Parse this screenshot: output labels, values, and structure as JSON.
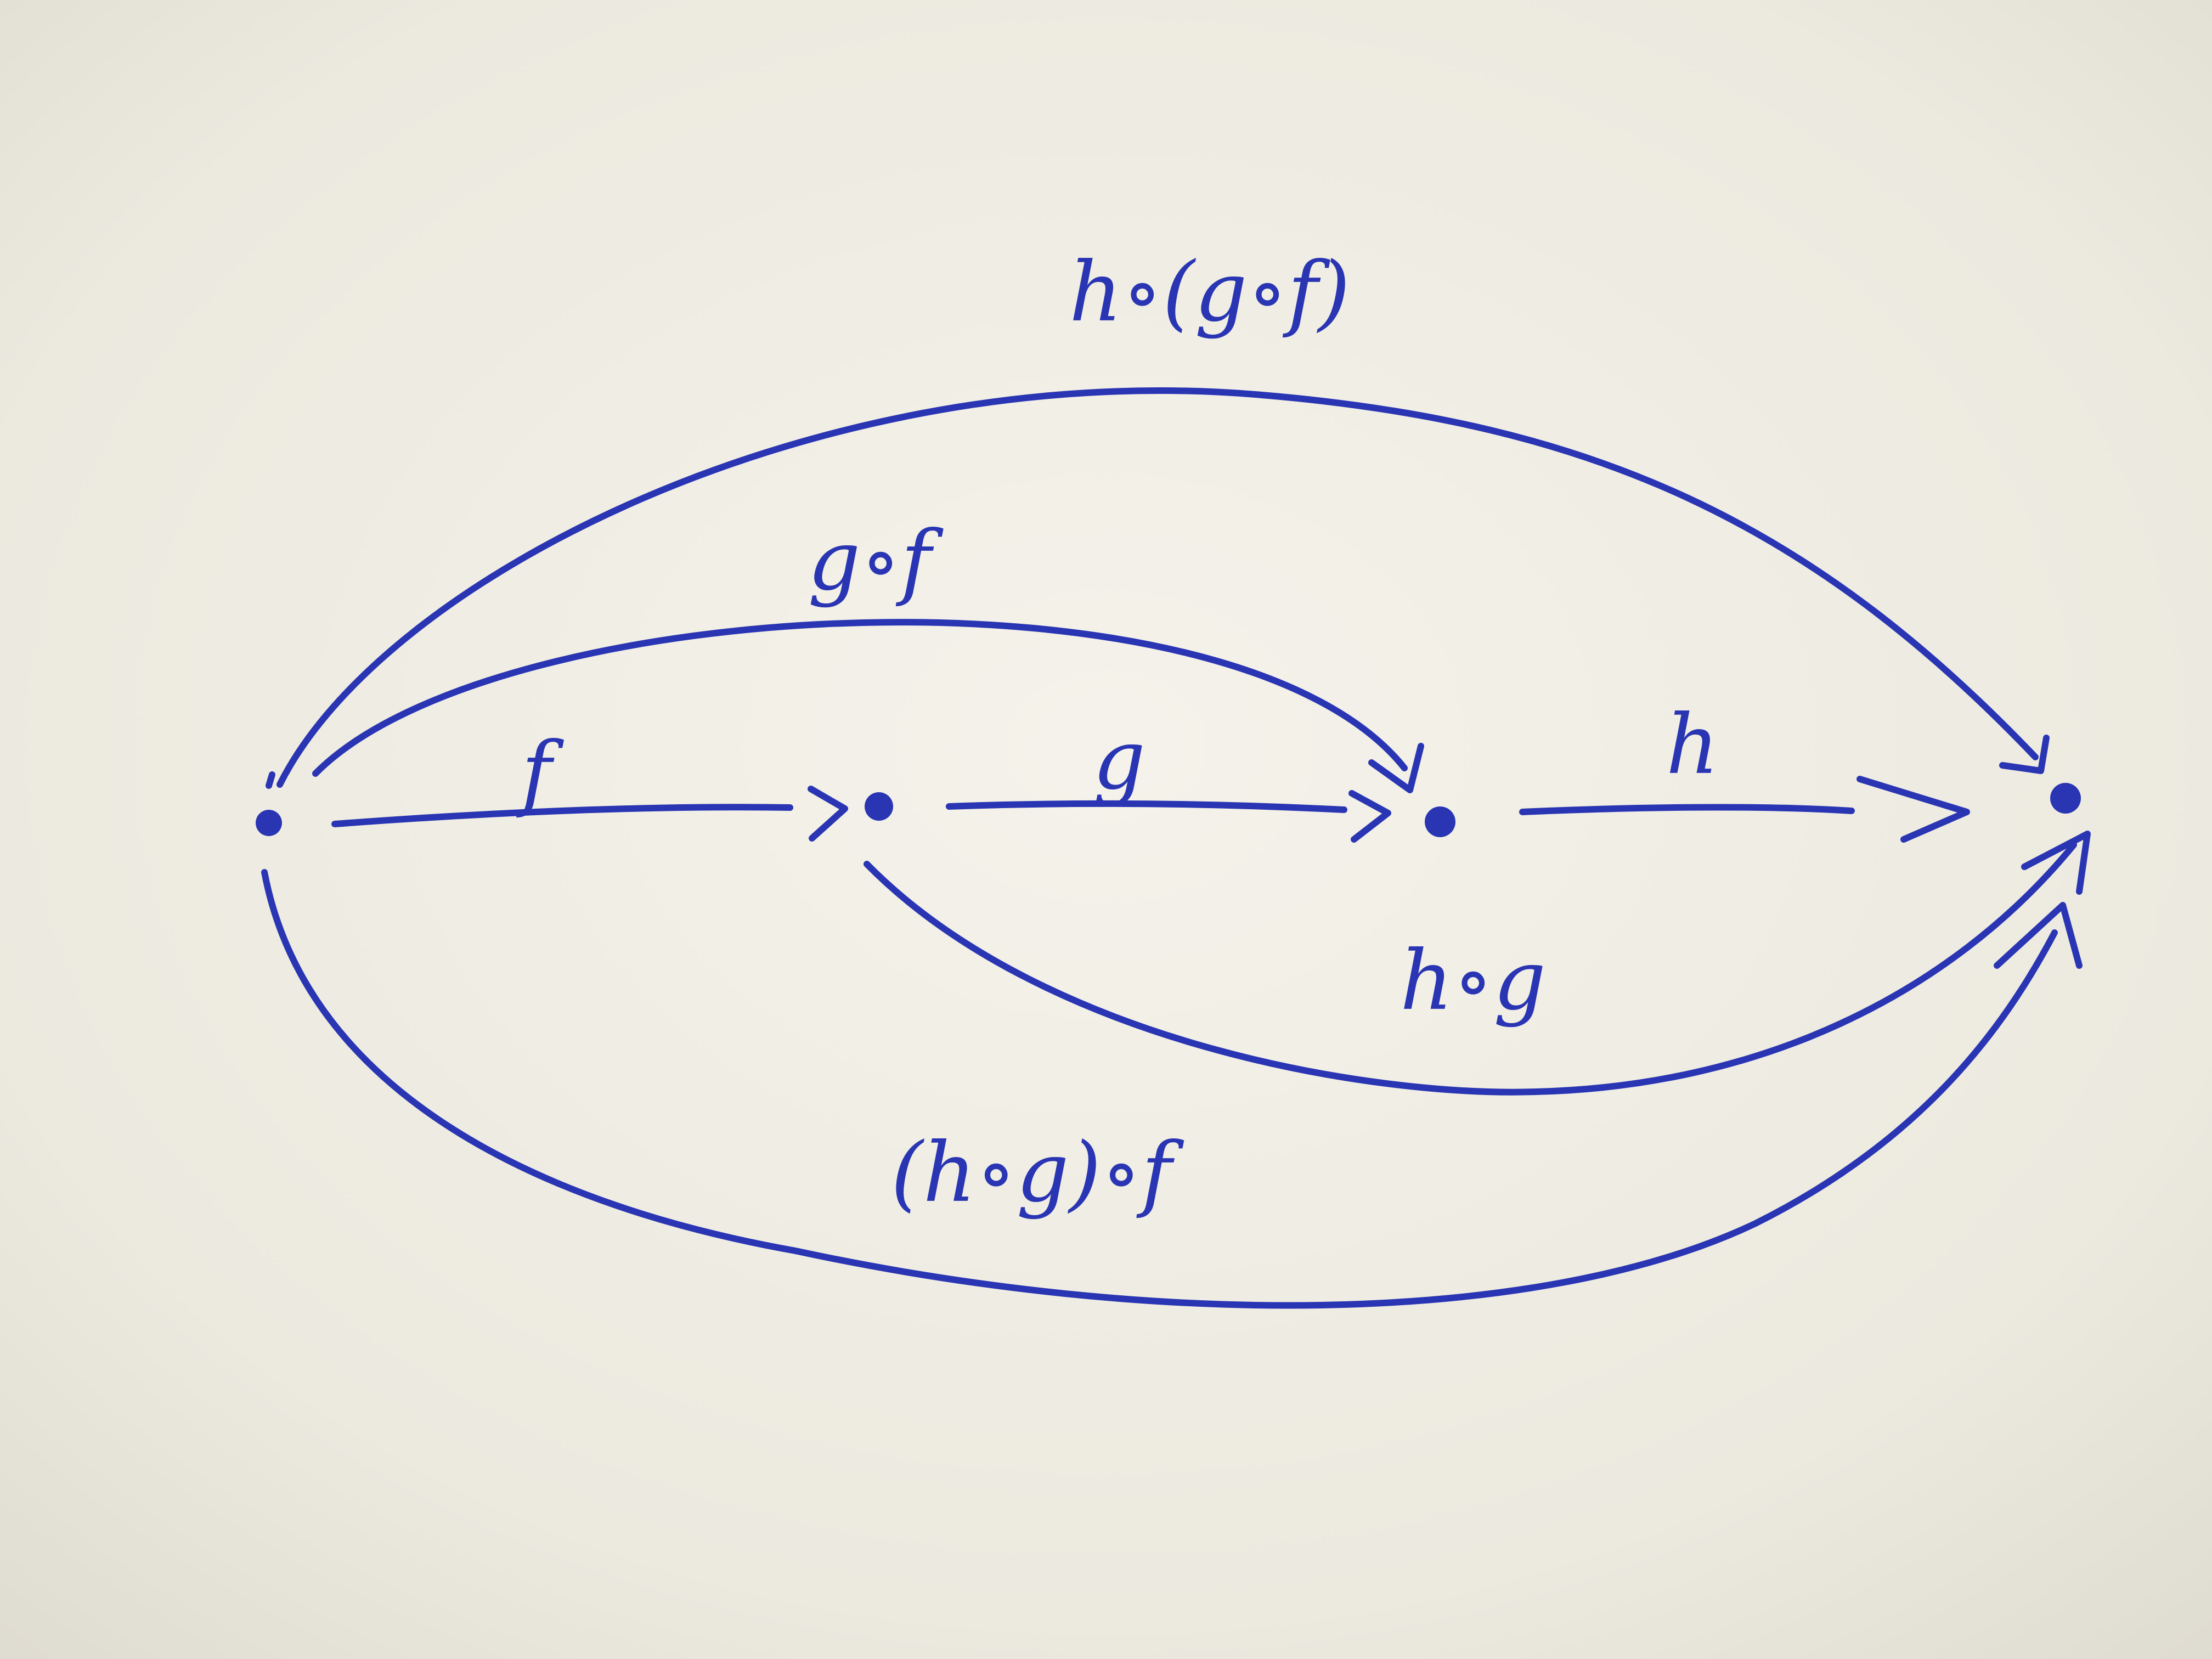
{
  "diagram": {
    "ink_color": "#2a35b4",
    "paper_color": "#efece3",
    "nodes": [
      {
        "id": "n0"
      },
      {
        "id": "n1"
      },
      {
        "id": "n2"
      },
      {
        "id": "n3"
      }
    ],
    "edges": [
      {
        "id": "e-f",
        "from": "n0",
        "to": "n1",
        "label": "f"
      },
      {
        "id": "e-g",
        "from": "n1",
        "to": "n2",
        "label": "g"
      },
      {
        "id": "e-h",
        "from": "n2",
        "to": "n3",
        "label": "h"
      },
      {
        "id": "e-gof",
        "from": "n0",
        "to": "n2",
        "label": "g∘f"
      },
      {
        "id": "e-hog",
        "from": "n1",
        "to": "n3",
        "label": "h∘g"
      },
      {
        "id": "e-h-gof",
        "from": "n0",
        "to": "n3",
        "label": "h∘(g∘f)"
      },
      {
        "id": "e-hog-f",
        "from": "n0",
        "to": "n3",
        "label": "(h∘g)∘f"
      }
    ]
  }
}
